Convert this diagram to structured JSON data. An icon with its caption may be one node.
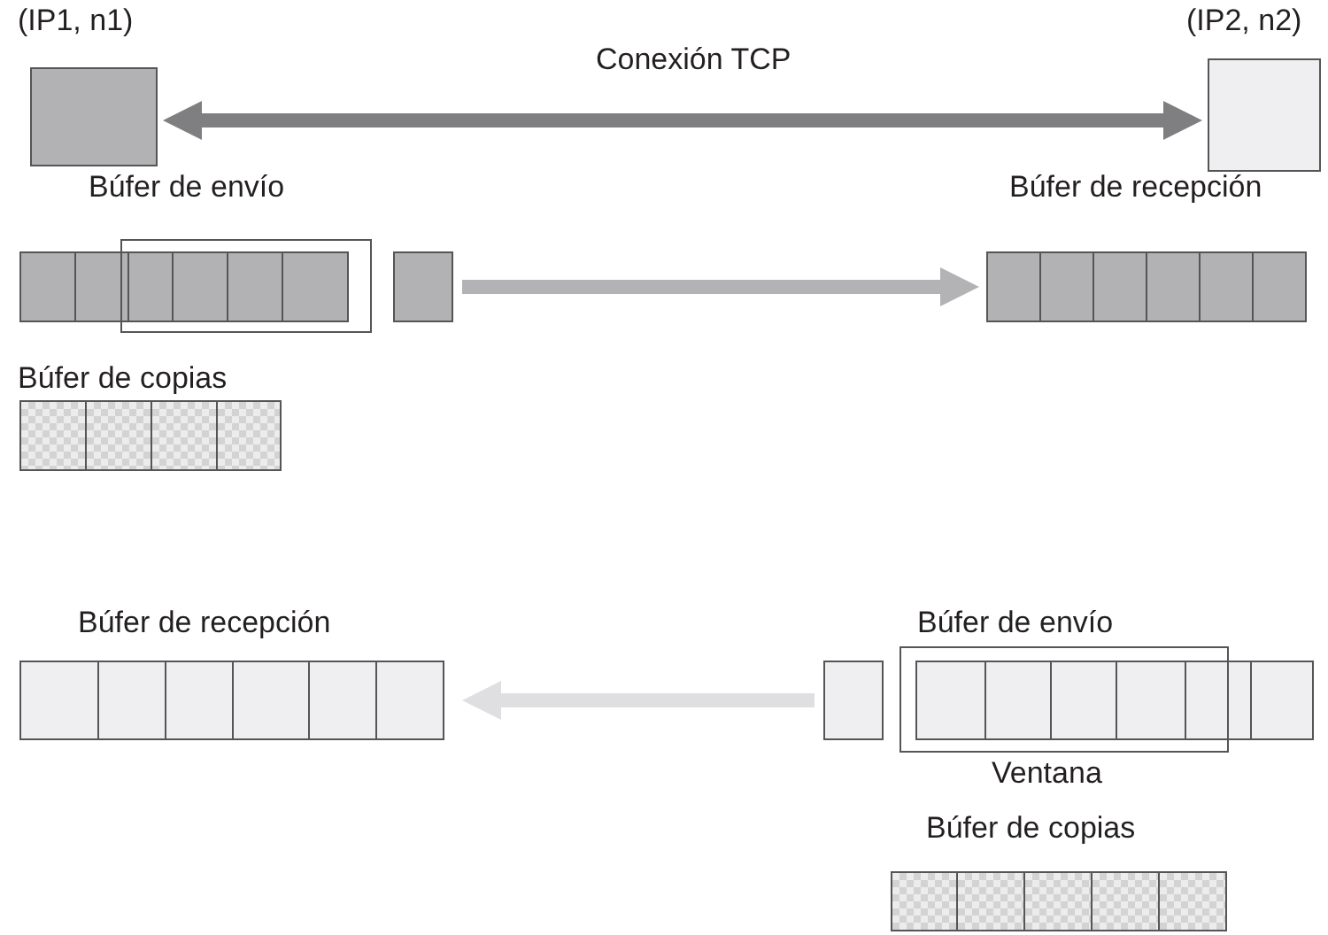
{
  "diagram": {
    "nodes": [
      {
        "text": [
          "(IP1, n1)"
        ]
      },
      {
        "text": [
          "(IP2, n2)"
        ]
      },
      {
        "text": [
          "Búfer de envío"
        ]
      },
      {
        "text": [
          "Búfer de copias"
        ]
      },
      {
        "text": [
          "Búfer de recepción"
        ]
      },
      {
        "text": [
          "Búfer de recepción"
        ]
      },
      {
        "text": [
          "Búfer de envío"
        ],
        "beside": [
          "Ventana"
        ]
      },
      {
        "text": [
          "Búfer de copias"
        ]
      }
    ],
    "edges": [
      {
        "from": 0,
        "to": 1,
        "arrow": "both",
        "label": "Conexión TCP",
        "color": "#7f7f81"
      },
      {
        "from": 2,
        "to": 4,
        "arrow": "to",
        "color": "#b3b3b5"
      },
      {
        "from": 6,
        "to": 5,
        "arrow": "to",
        "color": "#dfdfe1"
      }
    ]
  }
}
